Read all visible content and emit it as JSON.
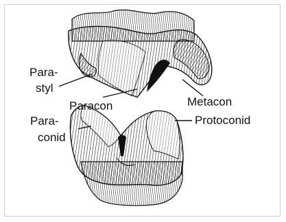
{
  "labels": {
    "parastyl_1": "Para-",
    "parastyl_2": "styl",
    "paracon": "Paracon",
    "metacon": "Metacon",
    "paraconid_1": "Para-",
    "paraconid_2": "conid",
    "protoconid": "Protoconid"
  },
  "colors": {
    "border": "#c9cde6",
    "ink": "#111111"
  }
}
